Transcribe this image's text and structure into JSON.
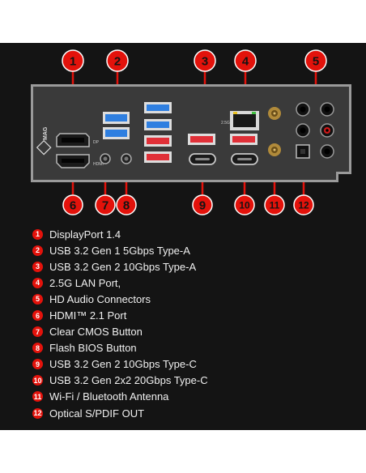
{
  "brand": "MAG",
  "labels": {
    "lan_speed": "2.5G",
    "hdmi": "HDMI",
    "dp": "DP"
  },
  "colors": {
    "background": "#141414",
    "callout_red": "#e3120b",
    "usb_blue": "#2f7fe0",
    "usb_red": "#e03038",
    "plate": "#3a3a3a",
    "text": "#f0f0f0"
  },
  "callouts": [
    {
      "number": "1"
    },
    {
      "number": "2"
    },
    {
      "number": "3"
    },
    {
      "number": "4"
    },
    {
      "number": "5"
    },
    {
      "number": "6"
    },
    {
      "number": "7"
    },
    {
      "number": "8"
    },
    {
      "number": "9"
    },
    {
      "number": "10"
    },
    {
      "number": "11"
    },
    {
      "number": "12"
    }
  ],
  "legend": [
    {
      "number": "1",
      "text": "DisplayPort 1.4"
    },
    {
      "number": "2",
      "text": "USB 3.2 Gen 1 5Gbps Type-A"
    },
    {
      "number": "3",
      "text": "USB 3.2 Gen 2 10Gbps Type-A"
    },
    {
      "number": "4",
      "text": "2.5G LAN Port,"
    },
    {
      "number": "5",
      "text": "HD Audio Connectors"
    },
    {
      "number": "6",
      "text": "HDMI™ 2.1 Port"
    },
    {
      "number": "7",
      "text": "Clear CMOS Button"
    },
    {
      "number": "8",
      "text": "Flash BIOS Button"
    },
    {
      "number": "9",
      "text": "USB 3.2 Gen 2 10Gbps Type-C"
    },
    {
      "number": "10",
      "text": "USB 3.2 Gen 2x2 20Gbps Type-C"
    },
    {
      "number": "11",
      "text": "Wi-Fi / Bluetooth Antenna"
    },
    {
      "number": "12",
      "text": "Optical S/PDIF OUT"
    }
  ]
}
